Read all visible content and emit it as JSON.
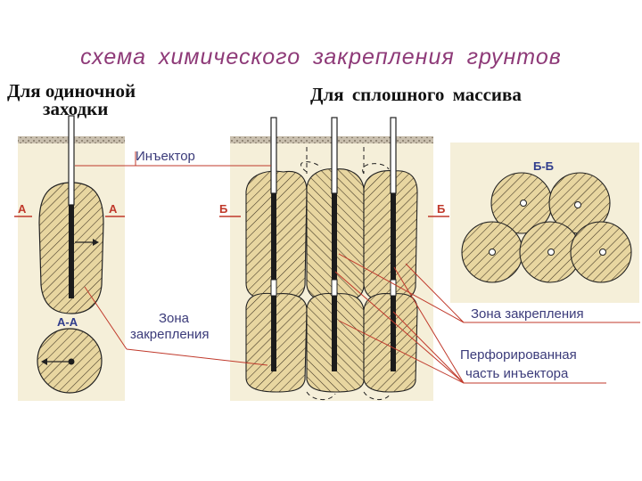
{
  "title": "схема  химического  закрепления  грунтов",
  "headings": {
    "single_line1": "Для  одиночной",
    "single_line2": "заходки",
    "mass": "Для  сплошного  массива"
  },
  "labels": {
    "injector": "Инъектор",
    "zone_line1": "Зона",
    "zone_line2": "закрепления",
    "zone_right": "Зона  закрепления",
    "perforated_line1": "Перфорированная",
    "perforated_line2": "часть  инъектора"
  },
  "sections": {
    "a_left": "А",
    "a_right": "А",
    "aa": "А-А",
    "b_left": "Б",
    "b_right": "Б",
    "bb": "Б-Б"
  },
  "colors": {
    "title": "#8e3a78",
    "soil_background": "#f5efd9",
    "zone_fill": "#e8d6a0",
    "hatch": "#3a3020",
    "leader_line": "#c0392b",
    "label_text": "#3b3b7a",
    "section_mark": "#c0392b"
  }
}
